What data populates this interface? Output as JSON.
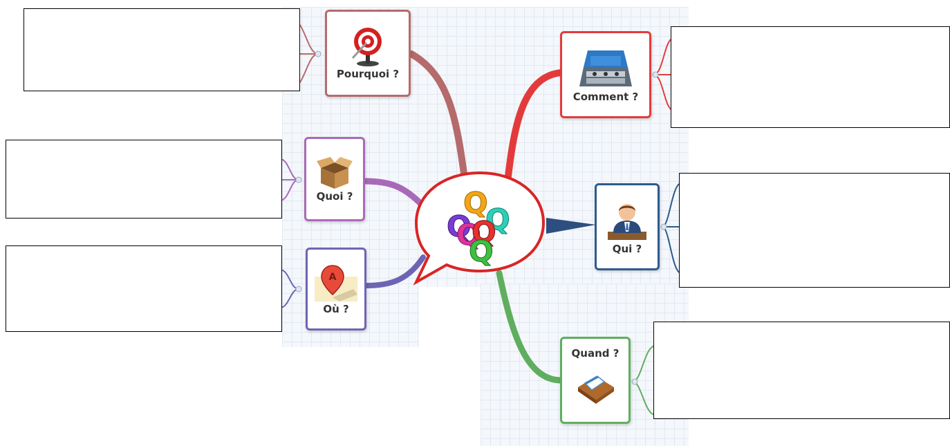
{
  "nodes": {
    "pourquoi": {
      "label": "Pourquoi ?",
      "icon": "target-icon",
      "color": "#b56b6b"
    },
    "quoi": {
      "label": "Quoi ?",
      "icon": "cardboard-box-icon",
      "color": "#a86ab8"
    },
    "ou": {
      "label": "Où ?",
      "icon": "map-pin-icon",
      "color": "#6e64b4"
    },
    "comment": {
      "label": "Comment ?",
      "icon": "toolbox-icon",
      "color": "#e33b3b"
    },
    "qui": {
      "label": "Qui ?",
      "icon": "person-icon",
      "color": "#2d5a8c"
    },
    "quand": {
      "label": "Quand ?",
      "icon": "calendar-icon",
      "color": "#5fae5f"
    }
  },
  "center": {
    "icon": "tangled-q-letters-icon",
    "border_color": "#d92525"
  }
}
